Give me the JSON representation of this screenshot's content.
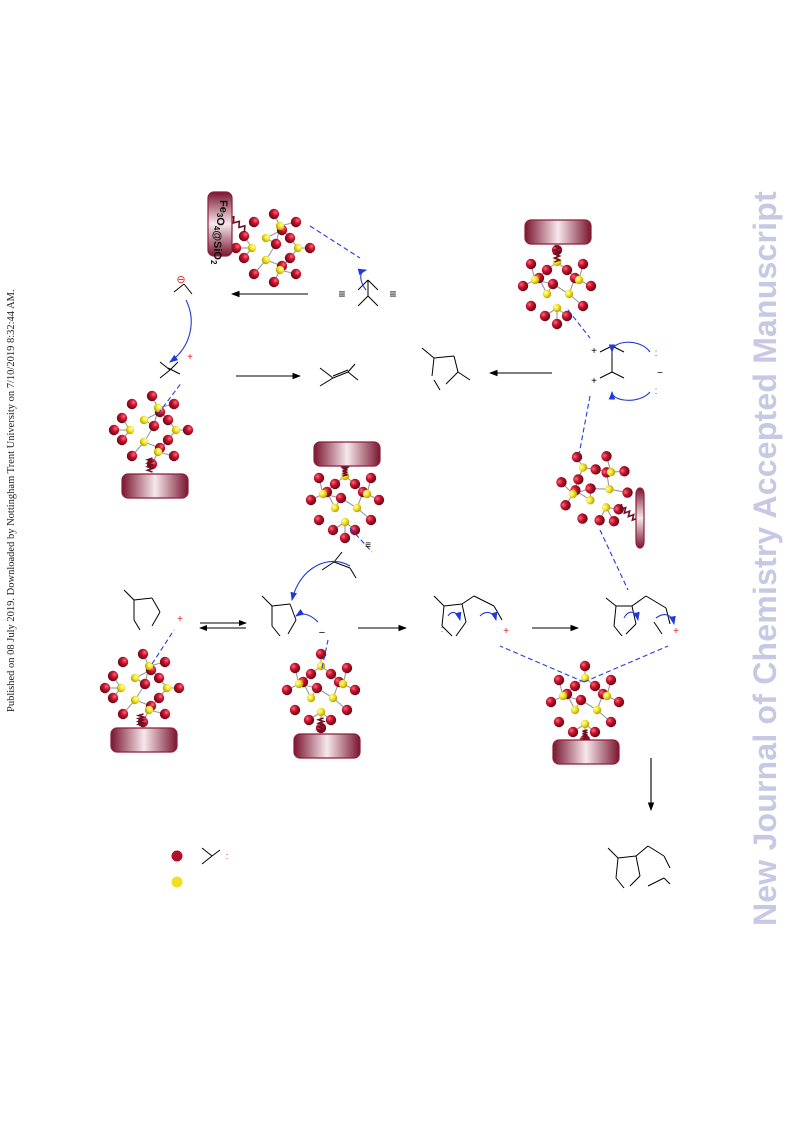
{
  "header": {
    "published_line": "Published on 08 July 2019. Downloaded by Nottingham Trent University on 7/10/2019 8:32:44 AM."
  },
  "watermark": {
    "text": "New Journal of Chemistry Accepted Manuscript"
  },
  "scheme": {
    "support_label": "Fe3O4@SiO2",
    "support_label_main": "Fe",
    "support_label_sub1": "3",
    "support_label_mid": "O",
    "support_label_sub2": "4",
    "support_label_tail": "@SiO",
    "support_label_sub3": "2",
    "charges": {
      "plus": "+",
      "minus": "−",
      "anion_circle": "⊖",
      "lone_pair": ":",
      "triple_bond_mark": "≡"
    },
    "colors": {
      "oxygen_ball": "#b0102a",
      "silicon_ball": "#f0e020",
      "bond_gray": "#999999",
      "support_box": "#8e1d39",
      "arrow_blue": "#1f3ad8",
      "dashed_blue": "#2a3ae0",
      "tether": "#6d0f24",
      "charge_red": "#e02020"
    }
  }
}
